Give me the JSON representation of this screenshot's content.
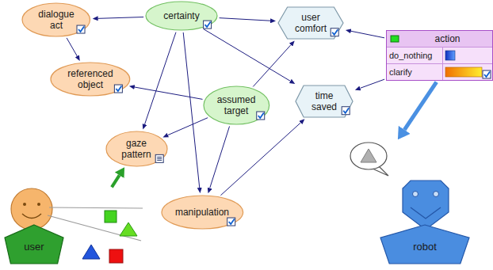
{
  "diagram": {
    "nodes": [
      {
        "text": [
          "dialogue act"
        ]
      },
      {
        "text": [
          "certainty"
        ]
      },
      {
        "text": [
          "user comfort"
        ]
      },
      {
        "text": [
          "action",
          "do_nothing",
          "clarify"
        ]
      },
      {
        "text": [
          "referenced object"
        ]
      },
      {
        "text": [
          "assumed target"
        ]
      },
      {
        "text": [
          "time saved"
        ]
      },
      {
        "text": [
          "gaze pattern"
        ]
      },
      {
        "text": [
          "manipulation"
        ]
      },
      {
        "text": [
          "user"
        ]
      },
      {
        "text": [
          "robot"
        ]
      }
    ],
    "edges": [
      {
        "from": 1,
        "to": 0,
        "arrow": "to"
      },
      {
        "from": 0,
        "to": 4,
        "arrow": "to"
      },
      {
        "from": 1,
        "to": 2,
        "arrow": "to"
      },
      {
        "from": 1,
        "to": 6,
        "arrow": "to"
      },
      {
        "from": 1,
        "to": 7,
        "arrow": "to"
      },
      {
        "from": 1,
        "to": 8,
        "arrow": "to"
      },
      {
        "from": 5,
        "to": 4,
        "arrow": "to"
      },
      {
        "from": 5,
        "to": 7,
        "arrow": "to"
      },
      {
        "from": 5,
        "to": 8,
        "arrow": "to"
      },
      {
        "from": 5,
        "to": 2,
        "arrow": "to"
      },
      {
        "from": 8,
        "to": 6,
        "arrow": "to"
      },
      {
        "from": 3,
        "to": 2,
        "arrow": "to"
      },
      {
        "from": 3,
        "to": 6,
        "arrow": "to"
      },
      {
        "from": 3,
        "to": 10,
        "arrow": "to"
      },
      {
        "from": 9,
        "to": 7,
        "arrow": "to"
      }
    ]
  }
}
